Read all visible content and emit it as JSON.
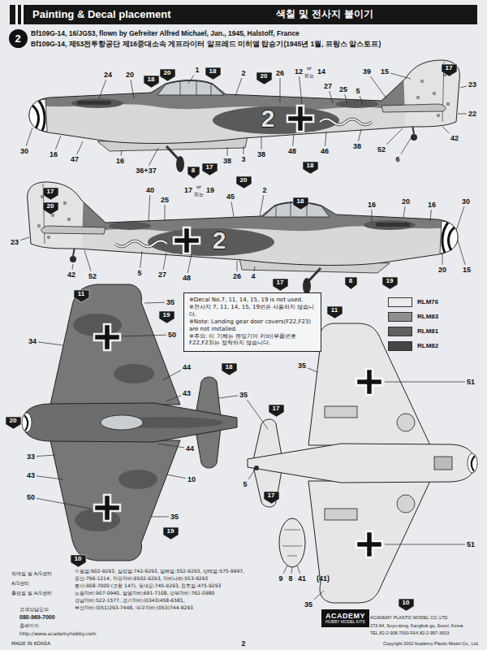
{
  "diagram": {
    "title": "Painting & Decal placement",
    "nodes": [
      {
        "text": [
          "2"
        ]
      },
      {
        "text": [
          "18"
        ]
      },
      {
        "text": [
          "20"
        ]
      },
      {
        "text": [
          "18"
        ]
      },
      {
        "text": [
          "20"
        ]
      },
      {
        "text": [
          "17"
        ]
      },
      {
        "text": [
          "8"
        ]
      },
      {
        "text": [
          "17"
        ]
      },
      {
        "text": [
          "18"
        ]
      },
      {
        "text": [
          "20"
        ]
      },
      {
        "text": [
          "17"
        ]
      },
      {
        "text": [
          "20"
        ]
      },
      {
        "text": [
          "18"
        ]
      },
      {
        "text": [
          "17"
        ]
      },
      {
        "text": [
          "8"
        ]
      },
      {
        "text": [
          "19"
        ]
      },
      {
        "text": [
          "※Decal No.7, 11, 14, 15, 19 is not used.",
          "※전사지 7, 11, 14, 15, 19번은 사용하지 않습니다.",
          "※Note: Landing gear door covers(F22,F23) are not installed.",
          "※주의: 이 기체는 랜딩기어 커버(부품번호 F22,F23)는 장착하지 않습니다."
        ]
      },
      {
        "text": [
          "11"
        ]
      },
      {
        "text": [
          "19"
        ]
      },
      {
        "text": [
          "18"
        ]
      },
      {
        "text": [
          "20"
        ]
      },
      {
        "text": [
          "19"
        ]
      },
      {
        "text": [
          "10"
        ]
      },
      {
        "text": [
          "11"
        ]
      },
      {
        "text": [
          "17"
        ]
      },
      {
        "text": [
          "17"
        ]
      },
      {
        "text": [
          "10"
        ]
      },
      {
        "text": [
          "ACADEMY",
          "HOBBY MODEL KITS"
        ]
      }
    ],
    "labels": [
      "색칠 및 전사지 붙이기",
      "Bf109G-14, 16/JG53, flown by Gefreiter Alfred Michael, Jan., 1945, Halstoff, France",
      "Bf109G-14, 제53전투항공단 제16중대소속 게프라이터 알프레드 미히엘 탑승기(1945년 1월, 프랑스 알스토프)",
      "24",
      "20",
      "1",
      "2",
      "26",
      "12",
      "or",
      "또는",
      "14",
      "39",
      "15",
      "27",
      "25",
      "5",
      "23",
      "22",
      "42",
      "30",
      "16",
      "47",
      "16",
      "36+37",
      "38",
      "3",
      "38",
      "48",
      "46",
      "38",
      "52",
      "6",
      "2",
      "40",
      "25",
      "17",
      "or",
      "또는",
      "19",
      "45",
      "2",
      "20",
      "16",
      "16",
      "30",
      "23",
      "42",
      "52",
      "5",
      "27",
      "48",
      "26",
      "4",
      "20",
      "15",
      "2",
      "35",
      "34",
      "50",
      "44",
      "43",
      "35",
      "44",
      "33",
      "43",
      "10",
      "5",
      "50",
      "35",
      "35",
      "51",
      "51",
      "35",
      "9",
      "8",
      "41",
      "(41)",
      "직매점 및 A/S센터",
      "A/S센터",
      "총판점 및 A/S센터",
      "수원점:902-9293, 삼성점:742-9293, 일배점:552-9293, 상태점:575-9997,",
      "용산:796-1214, 하몽하비:6502-6293, 하비나라:553-9293",
      "본사:908-7000 (교환 147), 동대문:745-9293, 천호점:475-9293",
      "노원하비:907-0940, 잠원하비:691-7108, 강북하비:762-0980",
      "강남하비:522-1577, 경기하비:(0343)458-6581,",
      "부산하비:(051)293-7448, 대구하비:(053)744-9293",
      "고객상담문의",
      "080-969-7000",
      "홈페이지",
      "http://www.academyhobby.com",
      "MADE IN KOREA",
      "2",
      "ACADEMY PLASTIC MODEL CO.,LTD.",
      "273-64, Suyu-dong, Kangbuk-gu, Seoul, Korea",
      "TEL.82-2-908-7000 FAX.82-2-997-3003",
      "Copyright 2002 Academy Plastic Model Co., Ltd."
    ],
    "legend": [
      {
        "text": "RLM76",
        "color": "#ececec"
      },
      {
        "text": "RLM83",
        "color": "#8f8f8f"
      },
      {
        "text": "RLM81",
        "color": "#606060"
      },
      {
        "text": "RLM82",
        "color": "#454545"
      }
    ]
  }
}
